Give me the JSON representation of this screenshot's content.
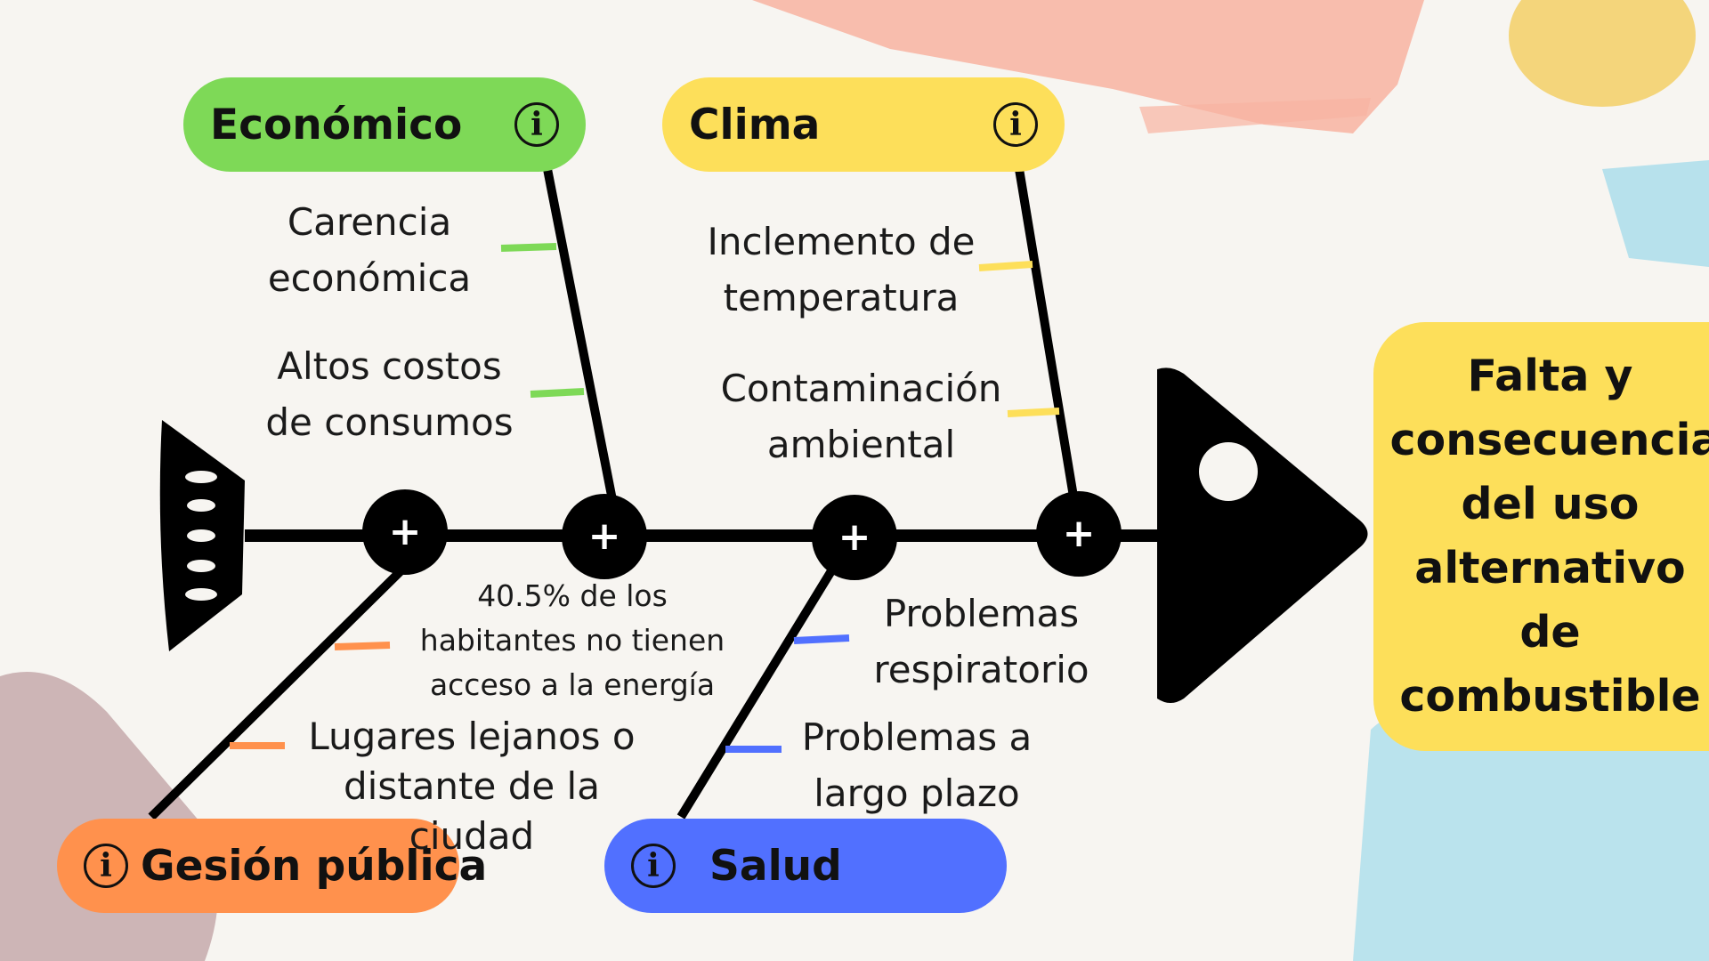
{
  "effect": {
    "title": "Falta y consecuencia del uso alternativo de combustible"
  },
  "categories": [
    {
      "name": "Económico",
      "color": "#7ed957",
      "causes": [
        "Carencia económica",
        "Altos costos de consumos"
      ]
    },
    {
      "name": "Clima",
      "color": "#fddf5a",
      "causes": [
        "Inclemento de temperatura",
        "Contaminación ambiental"
      ]
    },
    {
      "name": "Gesión pública",
      "color": "#ff914d",
      "causes": [
        "40.5% de los habitantes no tienen acceso a la energía",
        "Lugares  lejanos o distante de la ciudad"
      ]
    },
    {
      "name": "Salud",
      "color": "#5170ff",
      "causes": [
        "Problemas respiratorio",
        "Problemas a largo plazo"
      ]
    }
  ],
  "info_symbol": "i",
  "node_symbol": "+"
}
